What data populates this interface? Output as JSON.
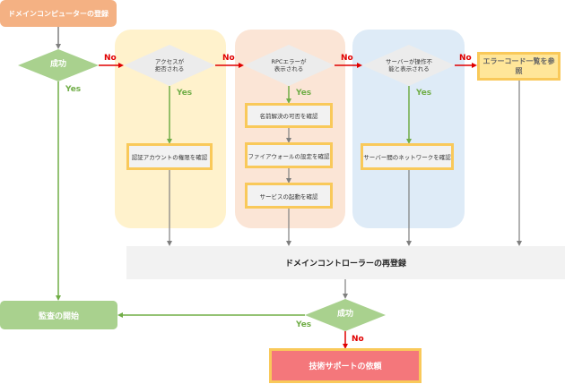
{
  "title": "ドメインコンピューターの登録",
  "decisions": {
    "success_top": "成功",
    "access_denied": "アクセスが\n拒否される",
    "rpc_error": "RPCエラーが\n表示される",
    "server_unavailable": "サーバーが操作不\n能と表示される",
    "success_bottom": "成功"
  },
  "processes": {
    "check_auth_account": "認証アカウントの権限を確認",
    "check_name_resolution": "名前解決の可否を確認",
    "check_firewall": "ファイアウォールの設定を確認",
    "check_services": "サービスの起動を確認",
    "check_server_network": "サーバー間のネットワークを確認",
    "error_code_list": "エラーコード一覧を参照",
    "dc_reregister": "ドメインコントローラーの再登録",
    "start_audit": "監査の開始",
    "request_support": "技術サポートの依頼"
  },
  "edge_labels": {
    "yes": "Yes",
    "no": "No"
  },
  "colors": {
    "start_box": "#f4b183",
    "decision_green": "#a9d18e",
    "decision_gray": "#ececec",
    "panel_yellow": "#fff2cc",
    "panel_peach": "#fbe5d6",
    "panel_blue": "#deebf7",
    "process_border": "#f9c95a",
    "error_box_fill": "#ffe699",
    "support_fill": "#f4777b",
    "audit_fill": "#a9d18e",
    "yes_color": "#70ad47",
    "no_color": "#e00000",
    "arrow_gray": "#7f7f7f"
  }
}
